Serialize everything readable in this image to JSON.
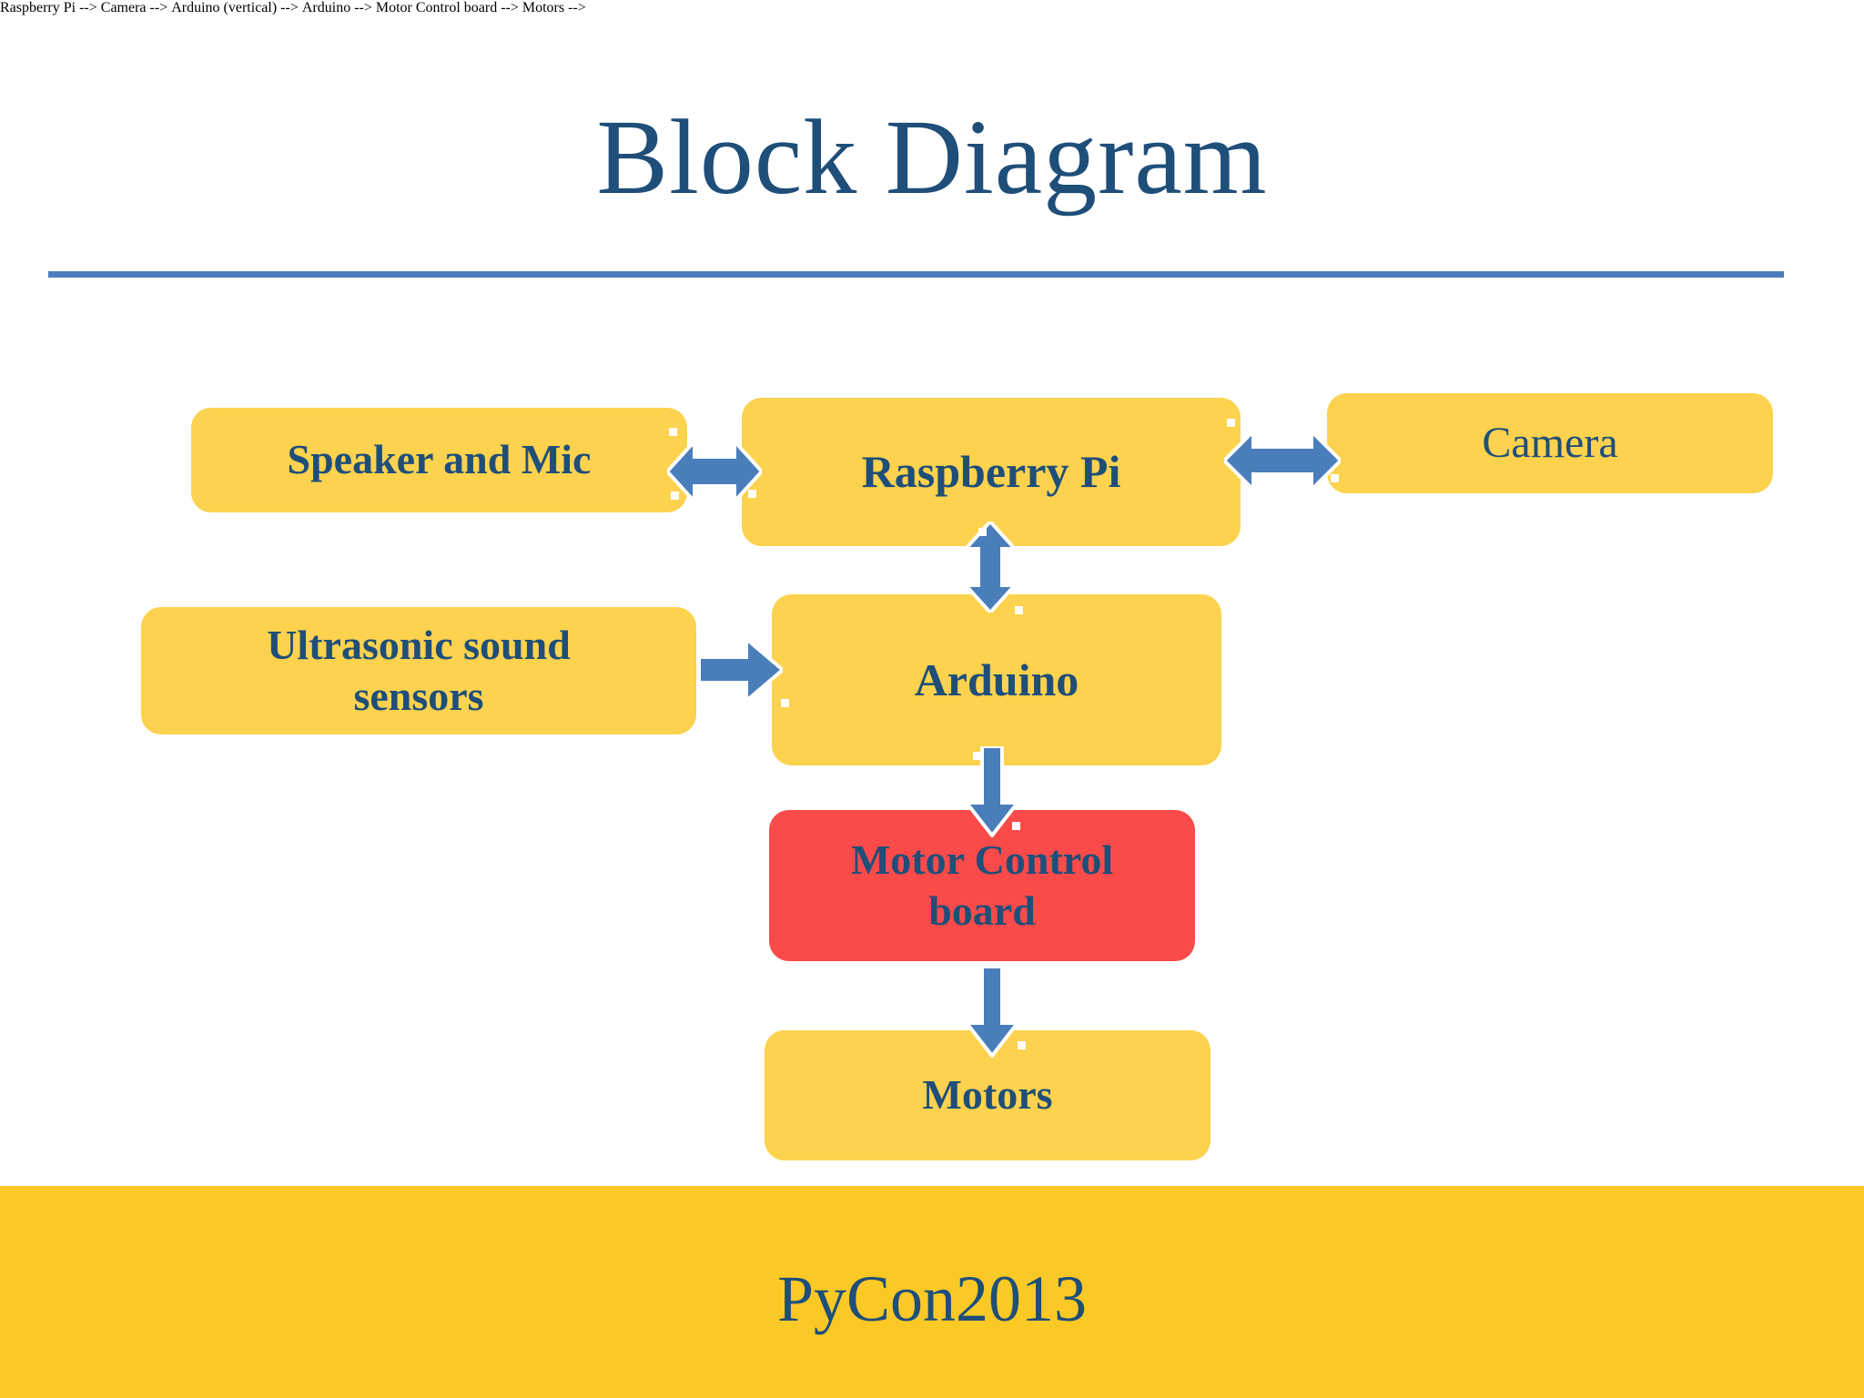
{
  "slide": {
    "title": "Block Diagram",
    "footer": "PyCon2013",
    "colors": {
      "title_blue": "#1f4e79",
      "rule_blue": "#4a7ebb",
      "box_yellow": "#fcd24e",
      "box_red": "#fa4a4a",
      "arrow_blue": "#4a7ebb",
      "footer_yellow": "#fbc926",
      "background": "#ffffff"
    }
  },
  "diagram": {
    "type": "block-diagram",
    "nodes": [
      {
        "id": "speaker",
        "label": "Speaker and Mic",
        "color": "#fcd24e"
      },
      {
        "id": "rpi",
        "label": "Raspberry Pi",
        "color": "#fcd24e"
      },
      {
        "id": "camera",
        "label": "Camera",
        "color": "#fcd24e"
      },
      {
        "id": "ultra",
        "label": "Ultrasonic sound\nsensors",
        "color": "#fcd24e"
      },
      {
        "id": "arduino",
        "label": "Arduino",
        "color": "#fcd24e"
      },
      {
        "id": "motorctl",
        "label": "Motor Control\nboard",
        "color": "#fa4a4a"
      },
      {
        "id": "motors",
        "label": "Motors",
        "color": "#fcd24e"
      }
    ],
    "edges": [
      {
        "from": "speaker",
        "to": "rpi",
        "direction": "both",
        "orientation": "horizontal"
      },
      {
        "from": "rpi",
        "to": "camera",
        "direction": "both",
        "orientation": "horizontal"
      },
      {
        "from": "rpi",
        "to": "arduino",
        "direction": "both",
        "orientation": "vertical"
      },
      {
        "from": "ultra",
        "to": "arduino",
        "direction": "forward",
        "orientation": "horizontal"
      },
      {
        "from": "arduino",
        "to": "motorctl",
        "direction": "forward",
        "orientation": "vertical"
      },
      {
        "from": "motorctl",
        "to": "motors",
        "direction": "forward",
        "orientation": "vertical"
      }
    ]
  }
}
